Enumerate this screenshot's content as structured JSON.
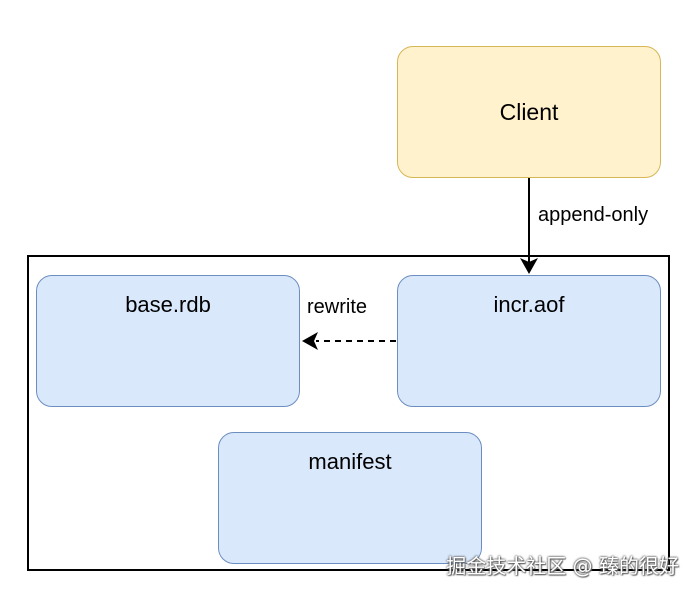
{
  "nodes": {
    "client": "Client",
    "incr_aof": "incr.aof",
    "base_rdb": "base.rdb",
    "manifest": "manifest"
  },
  "edges": {
    "append_only": "append-only",
    "rewrite": "rewrite"
  },
  "watermark": "掘金技术社区 @ 臻的很好",
  "colors": {
    "client_fill": "#fff2cc",
    "client_stroke": "#d6b656",
    "file_fill": "#dae8fc",
    "file_stroke": "#6c8ebf"
  }
}
